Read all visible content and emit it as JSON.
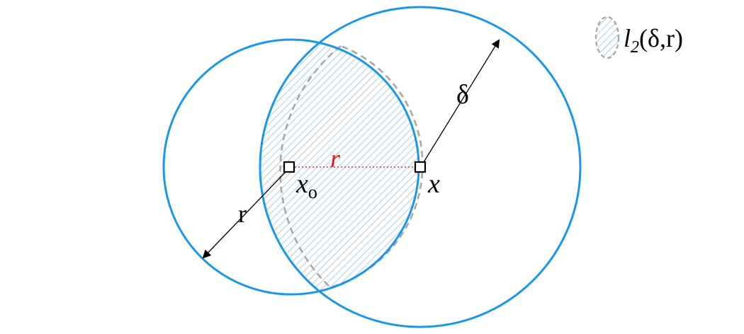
{
  "labels": {
    "r_red": "r",
    "r_black": "r",
    "delta": "δ",
    "x0_base": "x",
    "x0_sub": "o",
    "x": "x"
  },
  "legend": {
    "base": "l",
    "sub": "2",
    "suffix": "(δ,r)"
  },
  "colors": {
    "circle": "#1a96ea",
    "hatch": "#8fb6d6",
    "lens_border": "#a8a8a8",
    "dotted_r": "#e8313a",
    "red_label": "#e01818",
    "arrows": "#000000"
  }
}
